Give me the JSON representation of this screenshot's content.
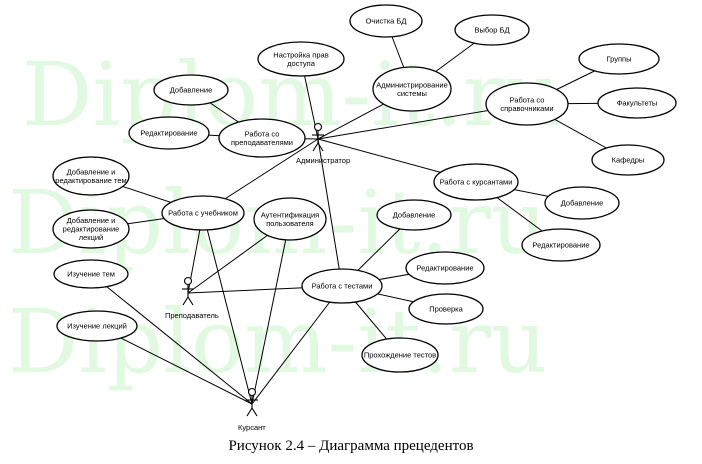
{
  "watermark": "Diplom-it.ru",
  "caption": "Рисунок 2.4 – Диаграмма прецедентов",
  "actors": {
    "admin": "Администратор",
    "teacher": "Преподаватель",
    "cadet": "Курсант"
  },
  "use_cases": {
    "cleanup_db": [
      "Очистка БД"
    ],
    "select_db": [
      "Выбор БД"
    ],
    "access_rights": [
      "Настройка прав",
      "доступа"
    ],
    "system_admin": [
      "Администрирование",
      "системы"
    ],
    "groups": [
      "Группы"
    ],
    "directories": [
      "Работа со",
      "справочниками"
    ],
    "faculties": [
      "Факультеты"
    ],
    "departments": [
      "Кафедры"
    ],
    "add_teacher": [
      "Добавление"
    ],
    "edit_teacher": [
      "Редактирование"
    ],
    "teachers_work": [
      "Работа со",
      "преподавателями"
    ],
    "add_edit_topics": [
      "Добавление и",
      "редактирование тем"
    ],
    "textbook_work": [
      "Работа с учебником"
    ],
    "auth": [
      "Аутентификация",
      "пользователя"
    ],
    "cadets_work": [
      "Работа с курсантами"
    ],
    "add_cadet": [
      "Добавление"
    ],
    "edit_cadet": [
      "Редактирование"
    ],
    "add_edit_lectures": [
      "Добавление и",
      "редактирование",
      "лекций"
    ],
    "add_test": [
      "Добавление"
    ],
    "study_topics": [
      "Изучение тем"
    ],
    "edit_test": [
      "Редактирование"
    ],
    "tests_work": [
      "Работа с тестами"
    ],
    "check_test": [
      "Проверка"
    ],
    "study_lectures": [
      "Изучение лекций"
    ],
    "pass_tests": [
      "Прохождение тестов"
    ]
  }
}
